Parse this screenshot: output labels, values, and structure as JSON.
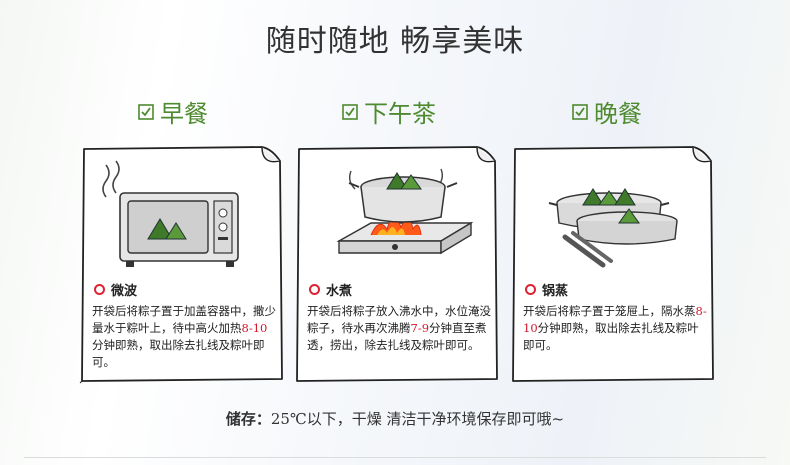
{
  "title": "随时随地 畅享美味",
  "meals": [
    {
      "label": "早餐",
      "method": "微波",
      "desc_parts": [
        "开袋后将粽子置于加盖容器中，撒少量水于粽叶上，待中高火加热",
        "8-10",
        "分钟即熟，取出除去扎线及粽叶即可。"
      ]
    },
    {
      "label": "下午茶",
      "method": "水煮",
      "desc_parts": [
        "开袋后将粽子放入沸水中，水位淹没粽子，待水再次沸腾",
        "7-9",
        "分钟直至煮透，捞出，除去扎线及粽叶即可。"
      ]
    },
    {
      "label": "晚餐",
      "method": "锅蒸",
      "desc_parts": [
        "开袋后将粽子置于笼屉上，隔水蒸",
        "8-10",
        "分钟即熟，取出除去扎线及粽叶即可。"
      ]
    }
  ],
  "storage": {
    "label": "储存：",
    "text": "25℃以下，干燥 清洁干净环境保存即可哦~"
  },
  "colors": {
    "accent_green": "#4e8a2f",
    "highlight_red": "#d2182a"
  }
}
